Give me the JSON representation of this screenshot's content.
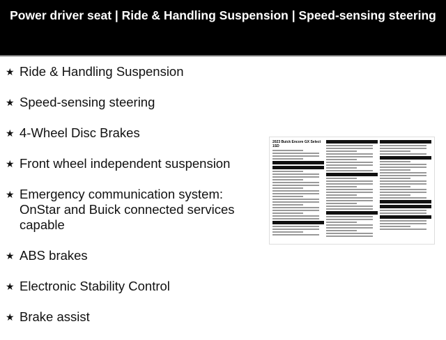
{
  "header": {
    "title": "Power driver seat | Ride & Handling Suspension | Speed-sensing steering"
  },
  "features": [
    "Ride & Handling Suspension",
    "Speed-sensing steering",
    "4-Wheel Disc Brakes",
    "Front wheel independent suspension",
    "Emergency communication system: OnStar and Buick connected services capable",
    "ABS brakes",
    "Electronic Stability Control",
    "Brake assist"
  ],
  "sticker": {
    "title": "2023 Buick Encore GX Select 1SD"
  }
}
